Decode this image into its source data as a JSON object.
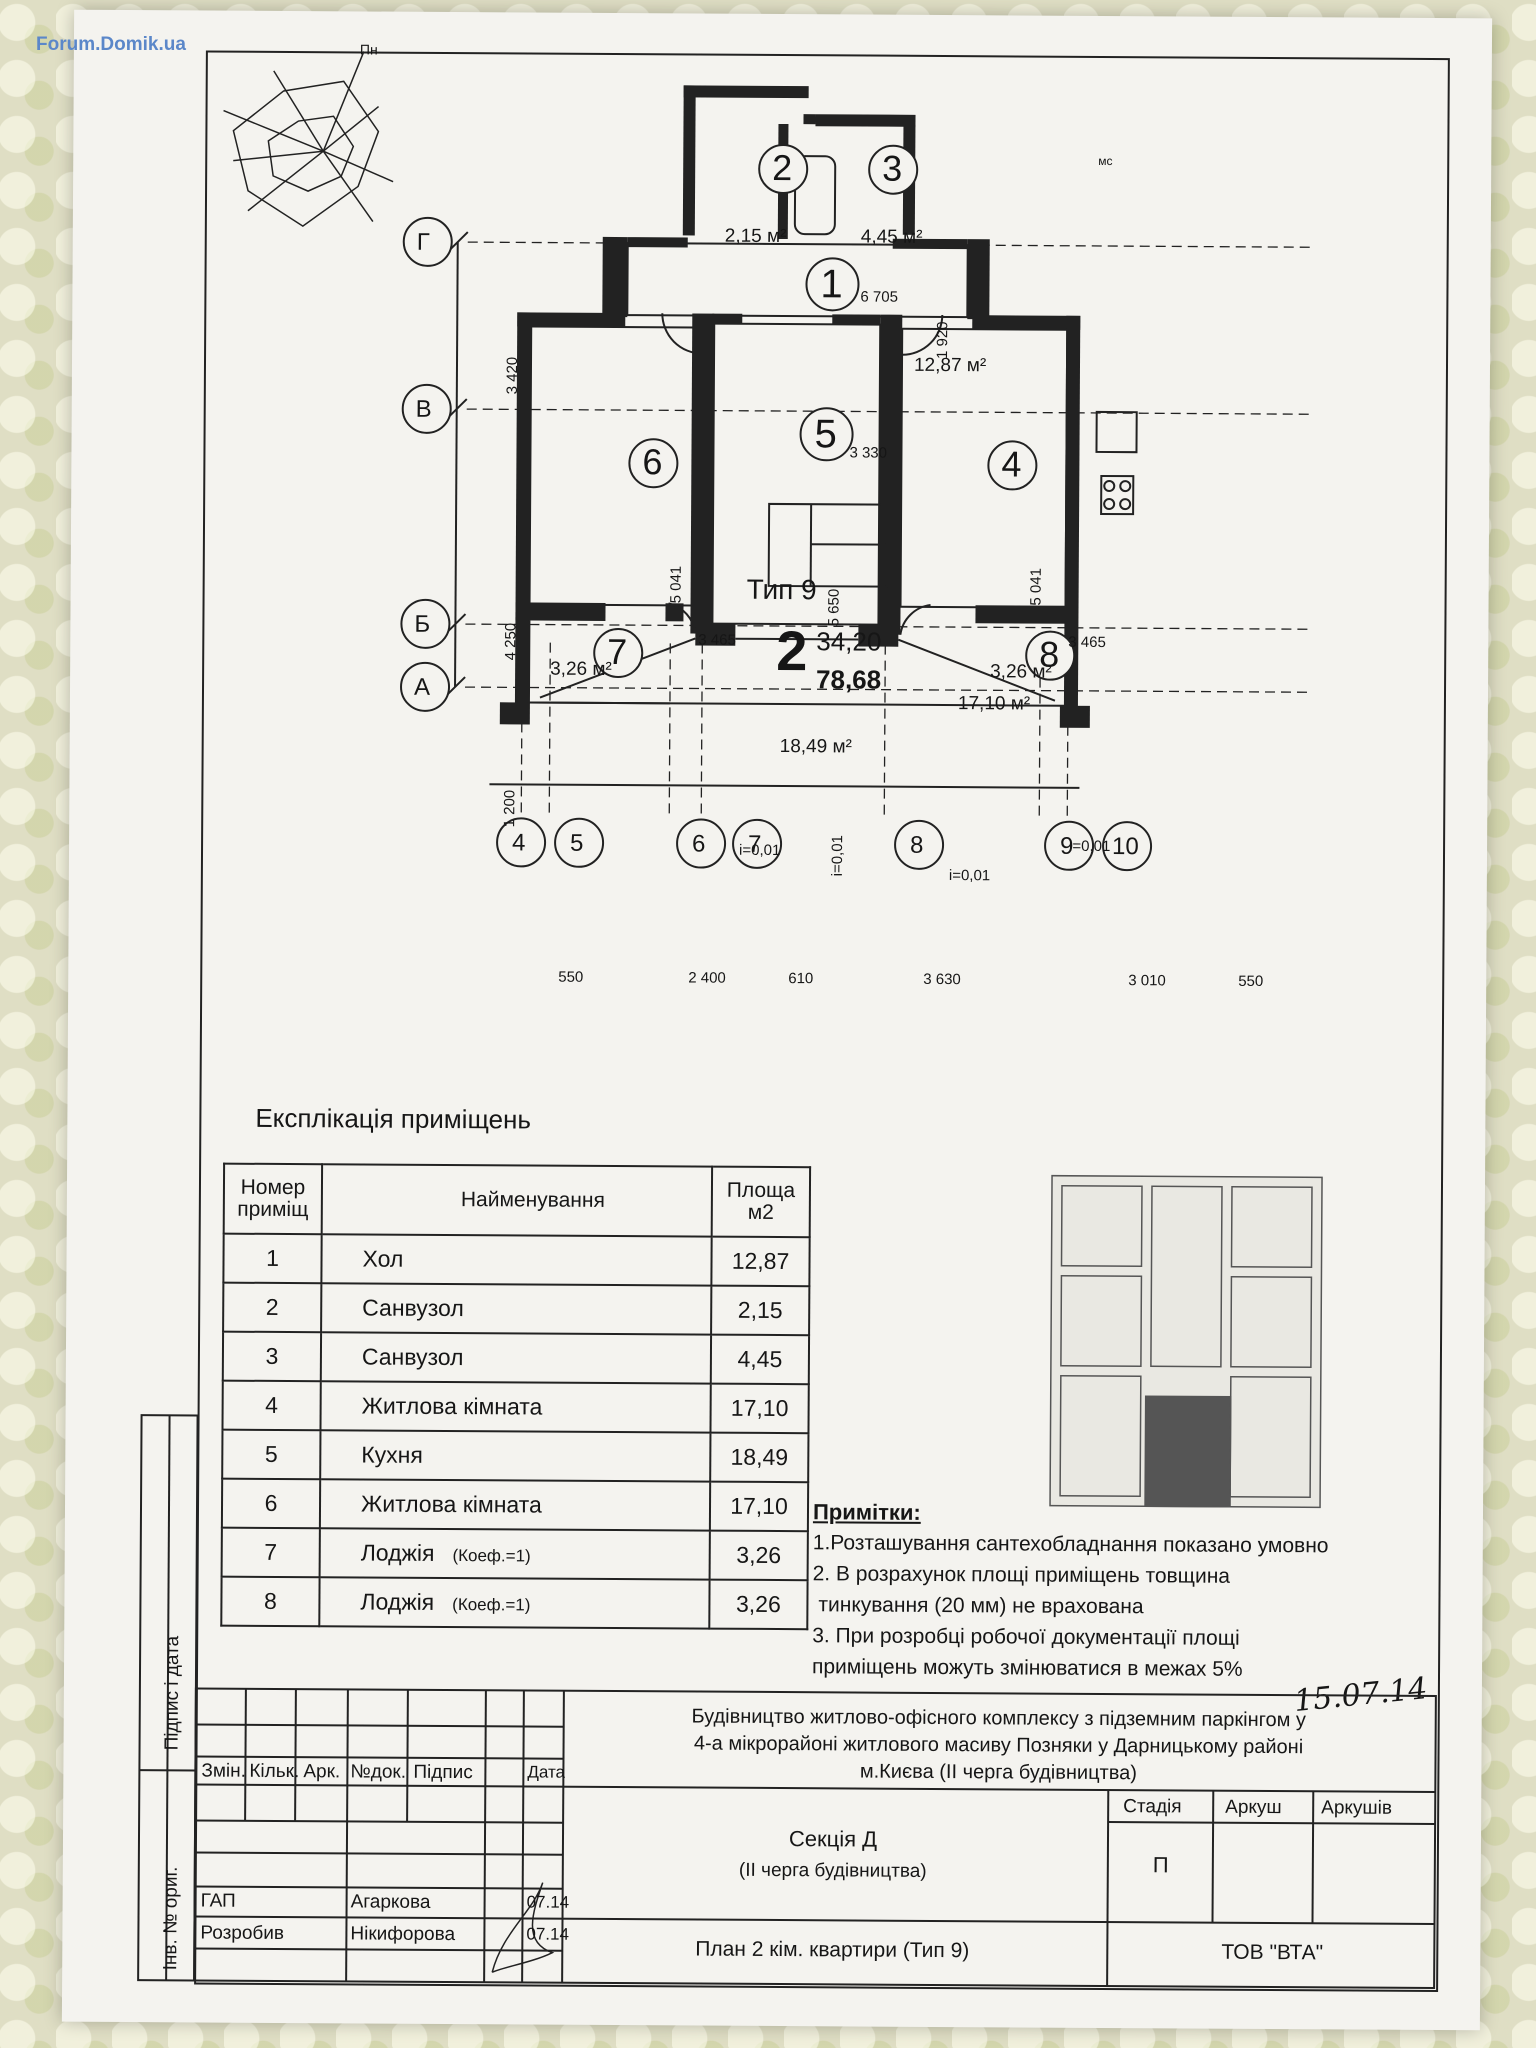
{
  "watermark": "Forum.Domik.ua",
  "plan": {
    "axes_rows": [
      "Г",
      "В",
      "Б",
      "А"
    ],
    "axes_cols": [
      "4",
      "5",
      "6",
      "7",
      "8",
      "9",
      "10"
    ],
    "north_label": "Пн",
    "type_label": "Тип 9",
    "rooms_count": "2",
    "living_area": "34,20",
    "total_area": "78,68",
    "room_numbers": [
      "1",
      "2",
      "3",
      "4",
      "5",
      "6",
      "7",
      "8"
    ],
    "room_areas": {
      "r1": "12,87 м²",
      "r2": "2,15 м²",
      "r3": "4,45 м²",
      "r4": "17,10 м²",
      "r5": "18,49 м²",
      "r7": "3,26 м²",
      "r8": "3,26 м²"
    },
    "fixture_label": "мс",
    "dims": {
      "d6705": "6 705",
      "d1920": "1 920",
      "d3330": "3 330",
      "d5650": "5 650",
      "d5041a": "5 041",
      "d5041b": "5 041",
      "d3465a": "3 465",
      "d3465b": "3 465",
      "d3420": "3 420",
      "d4250": "4 250",
      "d1200": "1 200",
      "b550a": "550",
      "b2400": "2 400",
      "b610": "610",
      "b3630": "3 630",
      "b3010": "3 010",
      "b550b": "550"
    },
    "slopes": [
      "i=0,01",
      "i=0,01",
      "i=0,01",
      "i=0,01"
    ]
  },
  "explication": {
    "title": "Експлікація приміщень",
    "headers": {
      "num": "Номер приміщ",
      "name": "Найменування",
      "area": "Площа м2"
    },
    "rows": [
      {
        "num": "1",
        "name": "Хол",
        "coef": "",
        "area": "12,87"
      },
      {
        "num": "2",
        "name": "Санвузол",
        "coef": "",
        "area": "2,15"
      },
      {
        "num": "3",
        "name": "Санвузол",
        "coef": "",
        "area": "4,45"
      },
      {
        "num": "4",
        "name": "Житлова кімната",
        "coef": "",
        "area": "17,10"
      },
      {
        "num": "5",
        "name": "Кухня",
        "coef": "",
        "area": "18,49"
      },
      {
        "num": "6",
        "name": "Житлова кімната",
        "coef": "",
        "area": "17,10"
      },
      {
        "num": "7",
        "name": "Лоджія",
        "coef": "(Коеф.=1)",
        "area": "3,26"
      },
      {
        "num": "8",
        "name": "Лоджія",
        "coef": "(Коеф.=1)",
        "area": "3,26"
      }
    ]
  },
  "notes": {
    "title": "Примітки:",
    "lines": [
      "1.Розташування сантехобладнання показано умовно",
      "2. В розрахунок площі приміщень товщина",
      "тинкування (20 мм) не врахована",
      "3. При розробці робочої документації площі",
      "приміщень можуть змінюватися в межах 5%"
    ]
  },
  "handwritten_date": "15.07.14",
  "stamp": {
    "project": [
      "Будівництво житлово-офісного комплексу з підземним паркінгом у",
      "4-а мікрорайоні житлового масиву Позняки у Дарницькому районі",
      "м.Києва (ІІ черга будівництва)"
    ],
    "section": "Секція Д",
    "section_sub": "(ІІ черга будівництва)",
    "col_headers": [
      "Змін.",
      "Кільк.",
      "Арк.",
      "№док.",
      "Підпис",
      "Дата"
    ],
    "stage_headers": [
      "Стадія",
      "Аркуш",
      "Аркушів"
    ],
    "stage_value": "П",
    "roles": [
      {
        "role": "ГАП",
        "name": "Агаркова",
        "date": "07.14"
      },
      {
        "role": "Розробив",
        "name": "Нікифорова",
        "date": "07.14"
      }
    ],
    "drawing_title": "План 2 кім. квартири (Тип 9)",
    "company": "ТОВ \"ВТА\"",
    "side_labels": [
      "Інв. № ориг.",
      "Підпис і дата"
    ]
  }
}
